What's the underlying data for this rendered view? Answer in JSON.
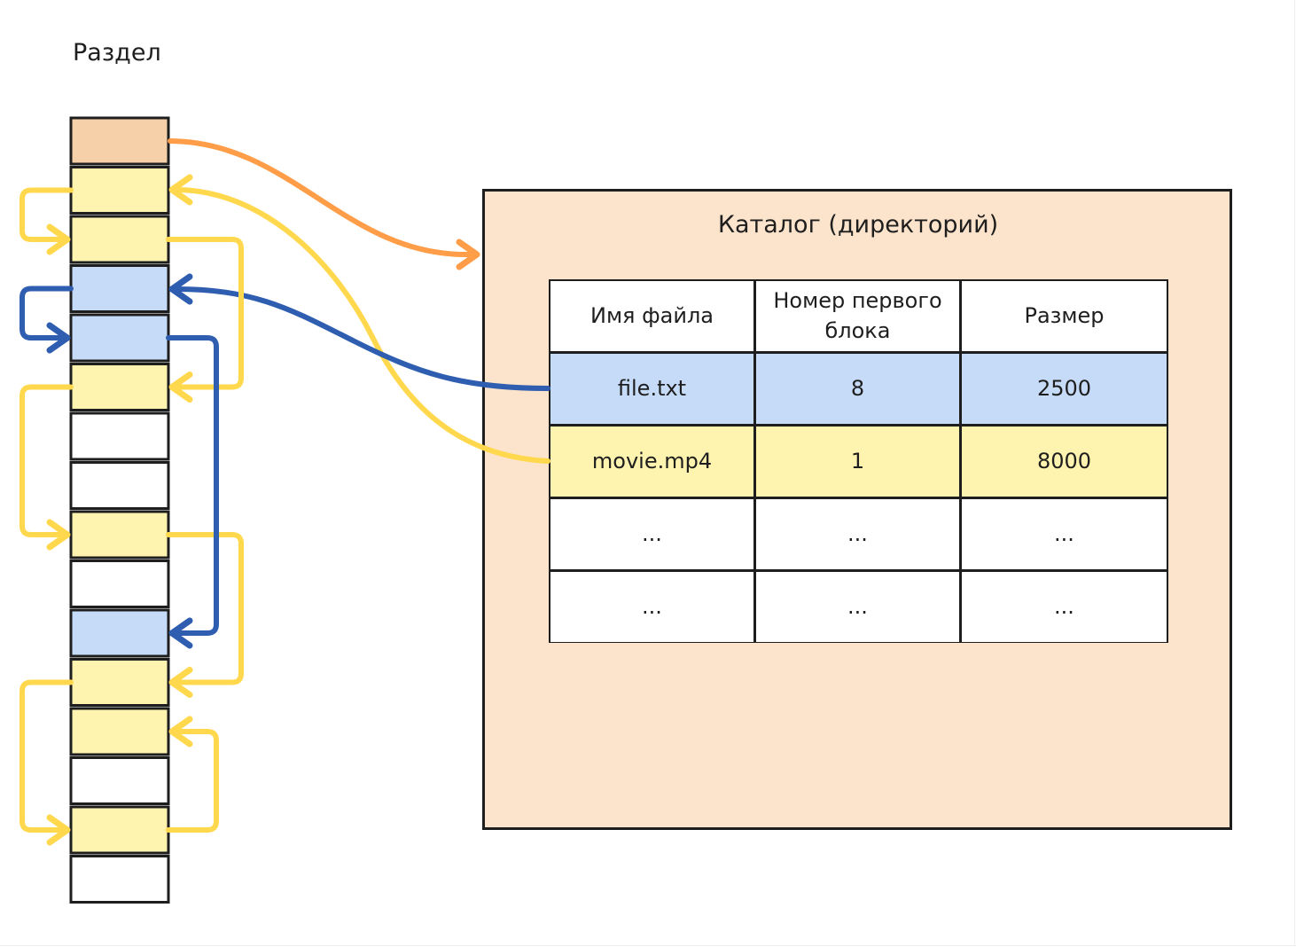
{
  "partition_label": "Раздел",
  "catalog": {
    "title": "Каталог (директорий)",
    "headers": [
      "Имя файла",
      "Номер первого блока",
      "Размер"
    ],
    "rows": [
      {
        "name": "file.txt",
        "first_block": "8",
        "size": "2500",
        "color": "#c6dbf8"
      },
      {
        "name": "movie.mp4",
        "first_block": "1",
        "size": "8000",
        "color": "#fff3b0"
      },
      {
        "name": "...",
        "first_block": "...",
        "size": "...",
        "color": "#ffffff"
      },
      {
        "name": "...",
        "first_block": "...",
        "size": "...",
        "color": "#ffffff"
      }
    ]
  },
  "blocks": [
    "catalog",
    "file",
    "file",
    "file",
    "file",
    "file",
    "free",
    "free",
    "file",
    "free",
    "file",
    "file",
    "file",
    "free",
    "file",
    "free"
  ],
  "block_owner": [
    "catalog",
    "movie",
    "movie",
    "filetxt",
    "filetxt",
    "movie",
    "none",
    "none",
    "movie",
    "none",
    "filetxt",
    "movie",
    "movie",
    "none",
    "movie",
    "none"
  ],
  "colors": {
    "catalog_block": "#f5d0a9",
    "movie": "#fff3b0",
    "filetxt": "#c6dbf8",
    "free": "#ffffff",
    "arrow_orange": "#ff9d48",
    "arrow_yellow": "#ffd84d",
    "arrow_blue": "#2f5db0",
    "catalog_bg": "#fce3cb"
  }
}
